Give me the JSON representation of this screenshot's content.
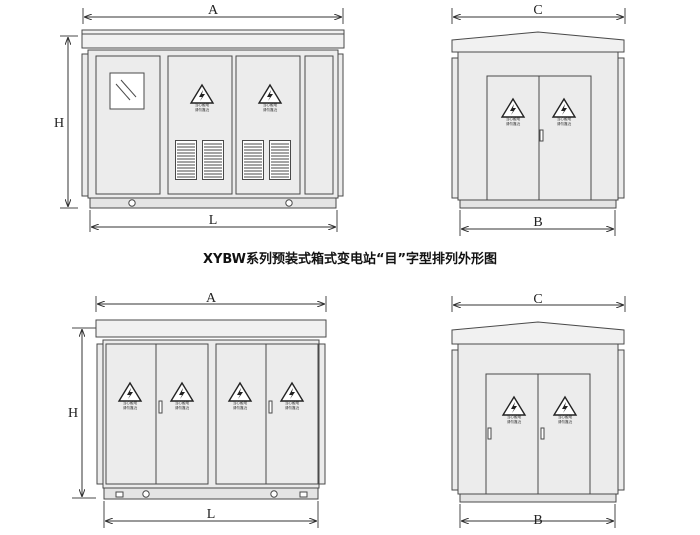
{
  "caption": "XYBW系列预装式箱式变电站“目”字型排列外形图",
  "dimensions": {
    "A": "A",
    "C": "C",
    "H": "H",
    "L": "L",
    "B": "B"
  },
  "warning_sign": {
    "line1": "当心触电",
    "line2": "请勿靠近"
  },
  "colors": {
    "line": "#4a4a4a",
    "panel_fill": "#ececec",
    "roof_fill": "#f1f1f1",
    "base_fill": "#e4e4e4",
    "sign_border": "#222222"
  },
  "icons": {
    "warning": "lightning-warning-triangle-icon",
    "window": "glass-window-icon",
    "handle": "door-handle-icon",
    "vent": "louver-vent-icon"
  }
}
